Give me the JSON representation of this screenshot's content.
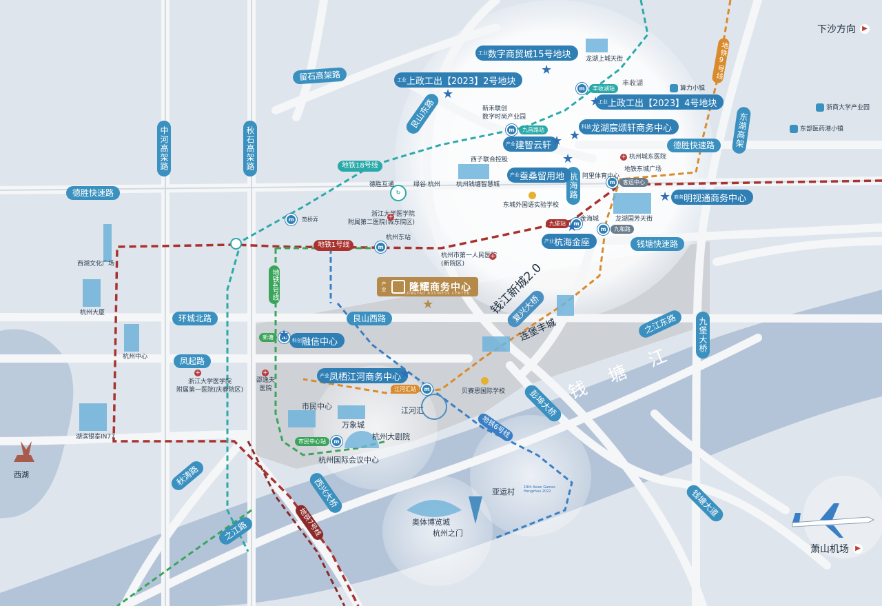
{
  "corners": {
    "xiasha": "下沙方向",
    "xiaoshan_airport": "萧山机场",
    "xihu": "西湖"
  },
  "roads": {
    "liushi": "留石高架路",
    "zhonghe": "中河高架路",
    "qiushi": "秋石高架路",
    "desheng_w": "德胜快速路",
    "desheng_e": "德胜快速路",
    "huancheng_n": "环城北路",
    "fengqi": "凤起路",
    "genshan_w": "艮山西路",
    "qiantang_kuaisu": "钱塘快速路",
    "hanghai": "杭海路",
    "dongliang": "东湖高架",
    "zhijiang_e": "之江东路",
    "jiubao_bridge": "九堡大桥",
    "qiutao": "秋涛路",
    "zhijiang": "之江路",
    "xixing_bridge": "西兴大桥",
    "fuxing_bridge": "复兴大桥",
    "pengbu_bridge": "彭埠大桥",
    "xiaoshan_ave": "钱塘大道",
    "genjiang_e": "艮山东路"
  },
  "metro": {
    "line1": "地铁1号线",
    "line4": "地铁4号线",
    "line6": "地铁6号线",
    "line7": "地铁7号线",
    "line9": "地铁9号线",
    "line18": "地铁18号线"
  },
  "stations": {
    "jiuchang": "九昌路站",
    "fengshou": "丰收湖站",
    "jiubao": "九堡站",
    "kezun": "客运中心",
    "jiuhe": "九和路",
    "xintang": "新塘",
    "jianghe": "江河汇站",
    "shimin": "市民中心站",
    "goujingnong": "笕桥弄"
  },
  "callouts": {
    "szsmc": {
      "tag": "工业",
      "name": "数字商贸城15号地块"
    },
    "szg2": {
      "tag": "工业",
      "name": "上政工出【2023】2号地块"
    },
    "szg4": {
      "tag": "工业",
      "name": "上政工出【2023】4号地块"
    },
    "longhu": {
      "tag": "科技",
      "name": "龙湖宸颂轩商务中心"
    },
    "jianzhi": {
      "tag": "产业",
      "name": "建智云轩"
    },
    "cansang": {
      "tag": "产业",
      "name": "蚕桑留用地"
    },
    "mingshi": {
      "tag": "商务",
      "name": "明视通商务中心"
    },
    "hanghai": {
      "tag": "产业",
      "name": "杭海金座"
    },
    "rongxin": {
      "tag": "科创",
      "name": "融信中心"
    },
    "fengqi_jiang": {
      "tag": "产业",
      "name": "凤栖江河商务中心"
    }
  },
  "center": {
    "tag": "产业",
    "name": "隆耀商务中心",
    "en": "LONGYAO BUSINESS CENTER"
  },
  "areas": {
    "qjxc": "钱江新城2.0",
    "liantang": "连堡丰城",
    "fengshouhu": "丰收湖",
    "river": "钱 塘 江"
  },
  "pois": {
    "xinhe": "新禾联创\n数字时尚产业园",
    "longhu_street": "龙湖上城天街",
    "suanli": "算力小镇",
    "zheshang": "浙商大学产业园",
    "dongbu": "东部医药港小镇",
    "xizi": "西子联合控股",
    "lvgu": "绿谷·杭州",
    "qianbo": "杭州钱塘智慧城",
    "desheng_hutong": "德胜互通",
    "zhe2": "浙江大学医学院\n附属第二医院(城东院区)",
    "hangzhou_east": "杭州东站",
    "hz1st": "杭州市第一人民医院\n(新院区)",
    "dongcheng_school": "东城外国语实验学校",
    "hz_dongcheng_hosp": "杭州城东医院",
    "metro_dongcheng": "地铁东城广场",
    "ali_sports": "阿里体育中心",
    "jinhai": "金海城",
    "longhu_guofang": "龙湖国芳天街",
    "shaoyifu": "邵逸夫\n医院",
    "beisaisi": "贝赛思国际学校",
    "shiminzhongxin": "市民中心",
    "wanxiang": "万象城",
    "jianghehui": "江河汇",
    "hz_grand_theatre": "杭州大剧院",
    "hz_expo": "杭州国际会议中心",
    "aoti": "奥体博览城",
    "hz_gate": "杭州之门",
    "yayuncun": "亚运村",
    "xihu_culture": "西湖文化广场",
    "hz_tower": "杭州大厦",
    "hz_center": "杭州中心",
    "hubin": "湖滨银泰IN77",
    "zhe1": "浙江大学医学院\n附属第一医院(庆春院区)",
    "asian_games": "19th Asian Games\nHangzhou 2022"
  },
  "colors": {
    "road_label": "#3a90bf",
    "line1": "#a8322e",
    "line4": "#3aa55a",
    "line6": "#3a7fc4",
    "line9": "#d98a2b",
    "line18": "#2aa9a9",
    "river": "#b4c4d8",
    "ring": "#ffffff",
    "center": "#b5894a"
  }
}
